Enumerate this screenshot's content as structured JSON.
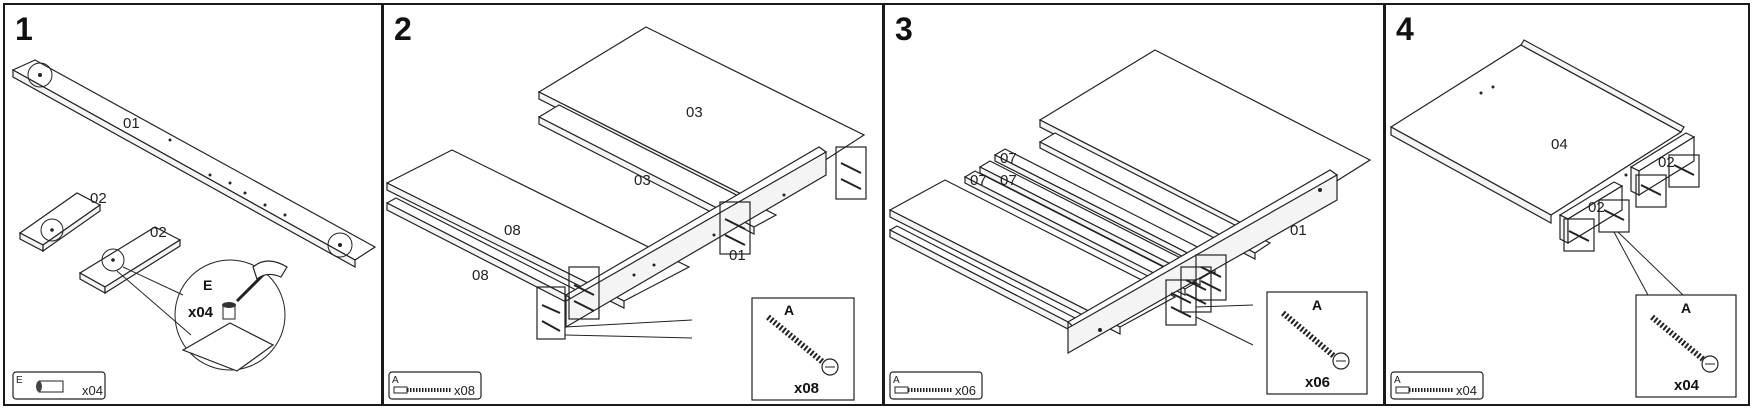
{
  "steps": [
    {
      "number": "1",
      "part_labels": [
        "01",
        "02",
        "02"
      ],
      "callout": {
        "letter": "E",
        "qty": "x04"
      },
      "legend": {
        "letter": "E",
        "qty": "x04",
        "icon": "cam-dowel-icon"
      }
    },
    {
      "number": "2",
      "part_labels": [
        "03",
        "03",
        "08",
        "08",
        "01"
      ],
      "callout": {
        "letter": "A",
        "qty": "x08"
      },
      "legend": {
        "letter": "A",
        "qty": "x08",
        "icon": "screw-icon"
      }
    },
    {
      "number": "3",
      "part_labels": [
        "07",
        "07",
        "07",
        "01"
      ],
      "callout": {
        "letter": "A",
        "qty": "x06"
      },
      "legend": {
        "letter": "A",
        "qty": "x06",
        "icon": "screw-icon"
      }
    },
    {
      "number": "4",
      "part_labels": [
        "04",
        "02",
        "02"
      ],
      "callout": {
        "letter": "A",
        "qty": "x04"
      },
      "legend": {
        "letter": "A",
        "qty": "x04",
        "icon": "screw-icon"
      }
    }
  ],
  "colors": {
    "line": "#222222",
    "background": "#ffffff"
  }
}
